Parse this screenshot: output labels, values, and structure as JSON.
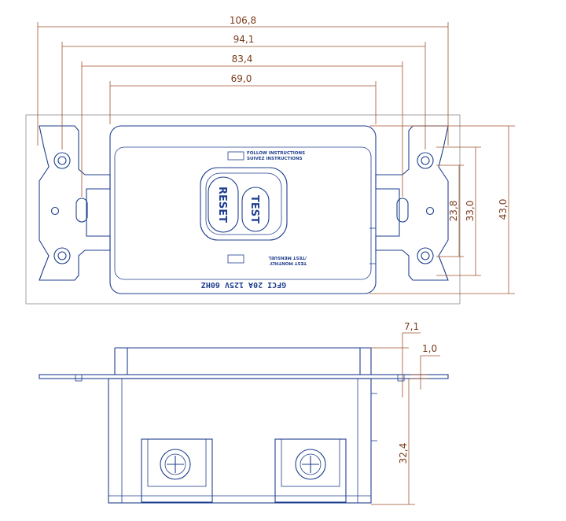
{
  "dimensions": {
    "overall_width": "106,8",
    "outer_screw_spacing": "94,1",
    "inner_screw_spacing": "83,4",
    "body_width": "69,0",
    "outer_height": "43,0",
    "mid_height": "33,0",
    "inner_height": "23,8",
    "depth_offset": "7,1",
    "plate_thickness": "1,0",
    "body_depth": "32,4"
  },
  "receptacle": {
    "reset_label": "RESET",
    "test_label": "TEST",
    "instructions_top_1": "FOLLOW INSTRUCTIONS",
    "instructions_top_2": "SUIVEZ INSTRUCTIONS",
    "instructions_bottom_1": "TEST MONTHLY",
    "instructions_bottom_2": "/TEST MENSUEL",
    "rating": "GFCI 20A 125V 60HZ"
  }
}
